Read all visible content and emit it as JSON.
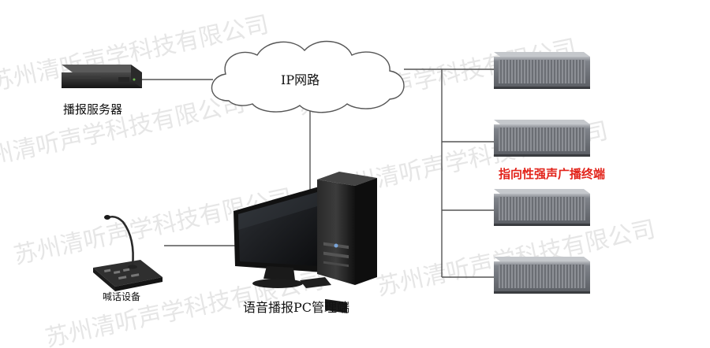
{
  "labels": {
    "broadcast_server": "播报服务器",
    "ip_network": "IP网路",
    "microphone_station": "喊话设备",
    "pc_manager": "语音播报PC管理端",
    "directional_terminal": "指向性强声广播终端"
  },
  "watermark": "苏州清听声学科技有限公司",
  "colors": {
    "line": "#555555",
    "speaker_body": "#8c8f94",
    "accent_red": "#e2231a"
  }
}
